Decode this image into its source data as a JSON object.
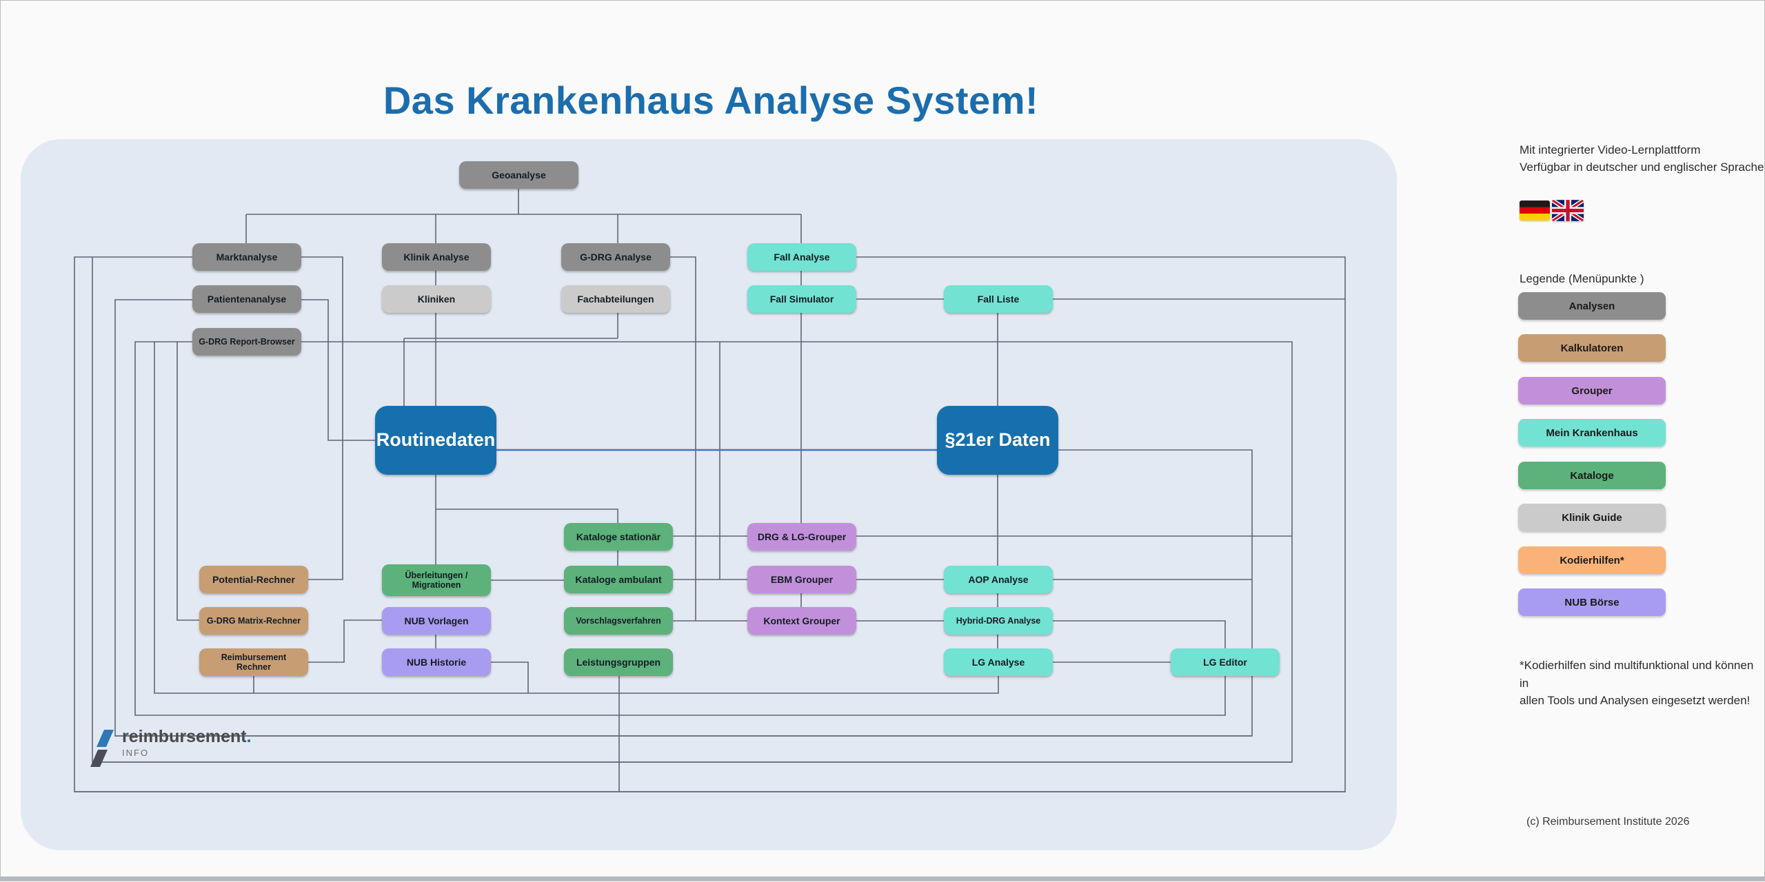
{
  "title": "Das Krankenhaus Analyse System!",
  "sidebar": {
    "intro_line1": "Mit integrierter Video-Lernplattform",
    "intro_line2": "Verfügbar in deutscher und englischer Sprache",
    "flags": [
      "german-flag",
      "uk-flag"
    ],
    "legend_title": "Legende (Menüpunkte )",
    "legend_items": [
      {
        "label": "Analysen",
        "color": "#8d8d8d"
      },
      {
        "label": "Kalkulatoren",
        "color": "#c79d74"
      },
      {
        "label": "Grouper",
        "color": "#c290da"
      },
      {
        "label": "Mein Krankenhaus",
        "color": "#72e2d2"
      },
      {
        "label": "Kataloge",
        "color": "#5cb27a"
      },
      {
        "label": "Klinik Guide",
        "color": "#cbcbcb"
      },
      {
        "label": "Kodierhilfen*",
        "color": "#f9b379"
      },
      {
        "label": "NUB Börse",
        "color": "#a89cf0"
      }
    ],
    "footnote_line1": "*Kodierhilfen sind multifunktional und können in",
    "footnote_line2": "allen Tools und Analysen eingesetzt werden!",
    "copyright": "(c) Reimbursement Institute 2026"
  },
  "logo": {
    "name": "reimbursement",
    "dot": ".",
    "sub": "INFO"
  },
  "colors": {
    "title_blue": "#1b6dae",
    "canvas_background": "#e2e9f2",
    "connector_gray": "#5d6676",
    "connector_blue": "#4472c4",
    "data_node_blue": "#1670ad"
  },
  "diagram": {
    "nodes": {
      "geoanalyse": {
        "label": "Geoanalyse",
        "category": "Analysen"
      },
      "marktanalyse": {
        "label": "Marktanalyse",
        "category": "Analysen"
      },
      "klinik_analyse": {
        "label": "Klinik Analyse",
        "category": "Analysen"
      },
      "gdrg_analyse": {
        "label": "G-DRG Analyse",
        "category": "Analysen"
      },
      "fall_analyse": {
        "label": "Fall Analyse",
        "category": "Mein Krankenhaus"
      },
      "patientenanalyse": {
        "label": "Patientenanalyse",
        "category": "Analysen"
      },
      "kliniken": {
        "label": "Kliniken",
        "category": "Klinik Guide"
      },
      "fachabteilungen": {
        "label": "Fachabteilungen",
        "category": "Klinik Guide"
      },
      "fall_simulator": {
        "label": "Fall Simulator",
        "category": "Mein Krankenhaus"
      },
      "fall_liste": {
        "label": "Fall Liste",
        "category": "Mein Krankenhaus"
      },
      "gdrg_report_browser": {
        "label": "G-DRG Report-Browser",
        "category": "Analysen"
      },
      "routinedaten": {
        "label": "Routinedaten",
        "category": "Daten"
      },
      "s21er_daten": {
        "label": "§21er Daten",
        "category": "Daten"
      },
      "kataloge_stationaer": {
        "label": "Kataloge stationär",
        "category": "Kataloge"
      },
      "drg_lg_grouper": {
        "label": "DRG & LG-Grouper",
        "category": "Grouper"
      },
      "potential_rechner": {
        "label": "Potential-Rechner",
        "category": "Kalkulatoren"
      },
      "ueberleitungen": {
        "label": "Überleitungen / Migrationen",
        "category": "Kataloge"
      },
      "kataloge_ambulant": {
        "label": "Kataloge ambulant",
        "category": "Kataloge"
      },
      "ebm_grouper": {
        "label": "EBM Grouper",
        "category": "Grouper"
      },
      "aop_analyse": {
        "label": "AOP Analyse",
        "category": "Mein Krankenhaus"
      },
      "gdrg_matrix_rechner": {
        "label": "G-DRG Matrix-Rechner",
        "category": "Kalkulatoren"
      },
      "nub_vorlagen": {
        "label": "NUB Vorlagen",
        "category": "NUB Börse"
      },
      "vorschlagsverfahren": {
        "label": "Vorschlagsverfahren",
        "category": "Kataloge"
      },
      "kontext_grouper": {
        "label": "Kontext Grouper",
        "category": "Grouper"
      },
      "hybrid_drg_analyse": {
        "label": "Hybrid-DRG Analyse",
        "category": "Mein Krankenhaus"
      },
      "reimbursement_rechner": {
        "label": "Reimbursement Rechner",
        "category": "Kalkulatoren"
      },
      "nub_historie": {
        "label": "NUB Historie",
        "category": "NUB Börse"
      },
      "leistungsgruppen": {
        "label": "Leistungsgruppen",
        "category": "Kataloge"
      },
      "lg_analyse": {
        "label": "LG Analyse",
        "category": "Mein Krankenhaus"
      },
      "lg_editor": {
        "label": "LG Editor",
        "category": "Mein Krankenhaus"
      }
    }
  }
}
